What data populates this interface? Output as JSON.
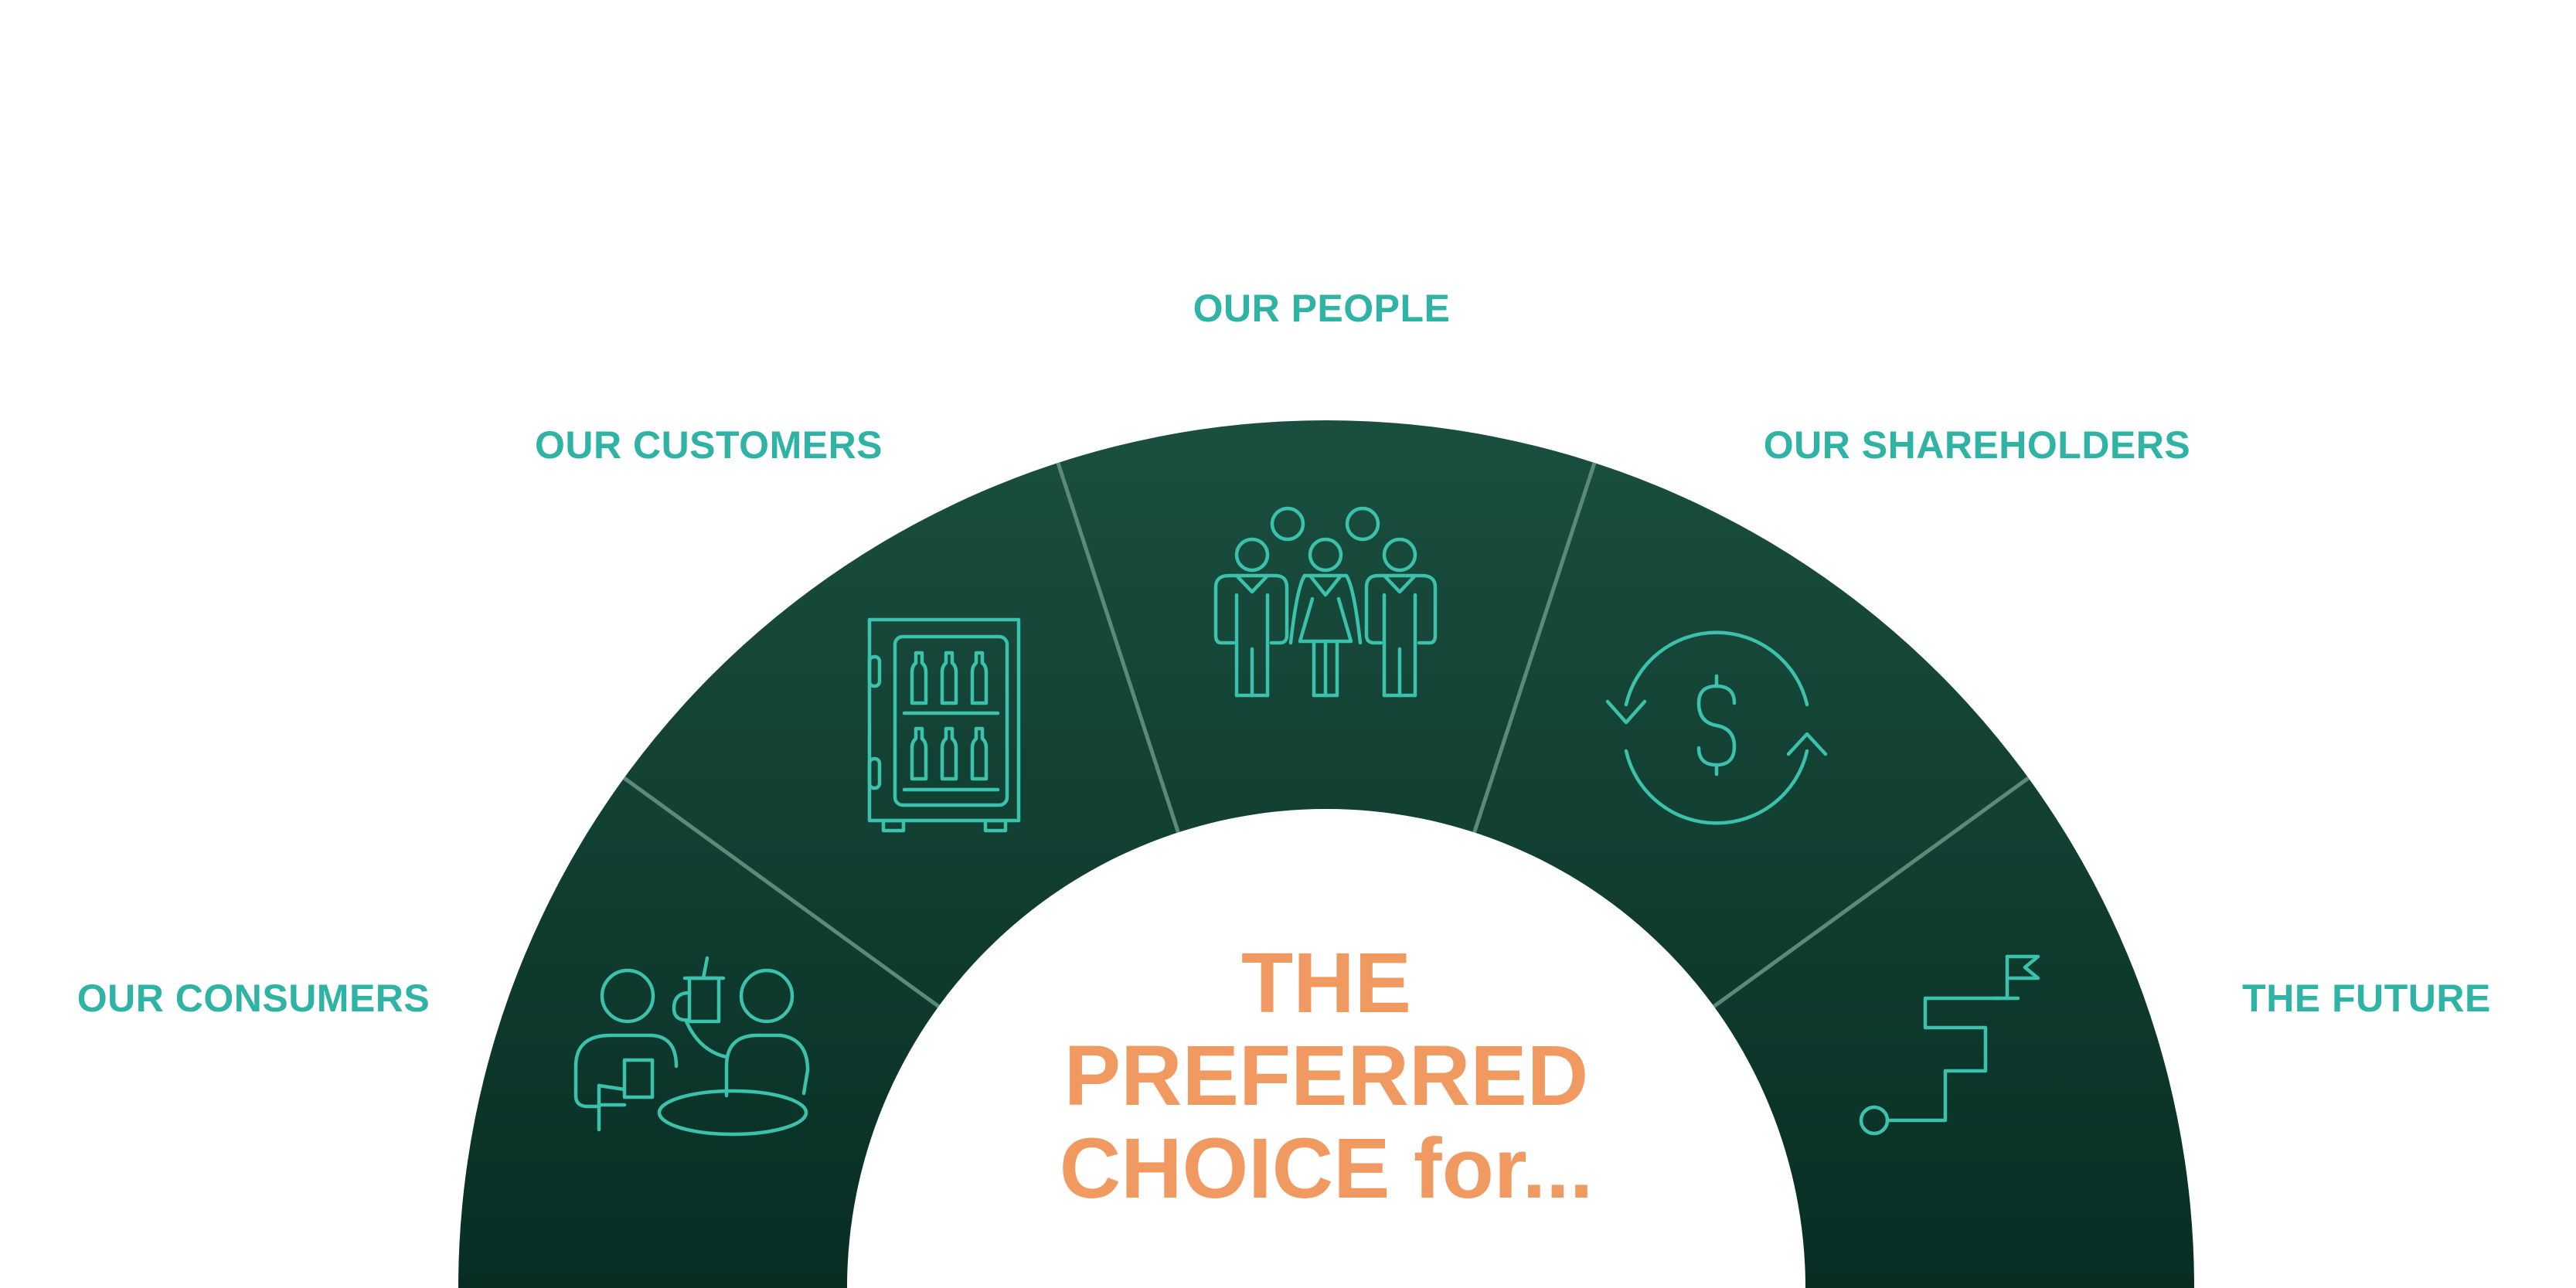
{
  "colors": {
    "arc_top": "#1a4f3f",
    "arc_bottom": "#082e24",
    "divider": "#5a8a78",
    "label": "#2fb3a4",
    "icon": "#3cc1ad",
    "title": "#f09a61",
    "background": "#ffffff"
  },
  "segments": [
    {
      "label": "OUR CONSUMERS",
      "icon": "people-sharing-drinks-icon"
    },
    {
      "label": "OUR CUSTOMERS",
      "icon": "beverage-fridge-icon"
    },
    {
      "label": "OUR PEOPLE",
      "icon": "group-of-people-icon"
    },
    {
      "label": "OUR SHAREHOLDERS",
      "icon": "dollar-cycle-icon"
    },
    {
      "label": "THE FUTURE",
      "icon": "stairs-to-flag-icon"
    }
  ],
  "title": {
    "line1": "THE",
    "line2": "PREFERRED",
    "line3": "CHOICE for..."
  }
}
